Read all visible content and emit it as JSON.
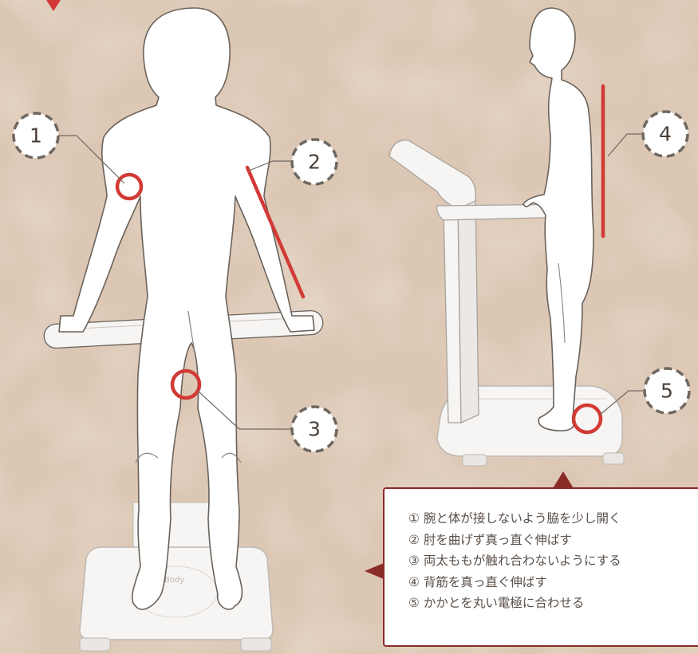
{
  "numbers": [
    "1",
    "2",
    "3",
    "4",
    "5"
  ],
  "device_brand": "InBody",
  "instructions": [
    "① 腕と体が接しないよう脇を少し開く",
    "② 肘を曲げず真っ直ぐ伸ばす",
    "③ 両太ももが触れ合わないようにする",
    "④ 背筋を真っ直ぐ伸ばす",
    "⑤ かかとを丸い電極に合わせる"
  ],
  "colors": {
    "background": "#dcc7b4",
    "accent_red": "#d23a35",
    "callout_border": "#8a2b28",
    "figure_fill": "#ffffff",
    "figure_stroke": "#6a625b",
    "dashed_circle": "#6f6861"
  }
}
